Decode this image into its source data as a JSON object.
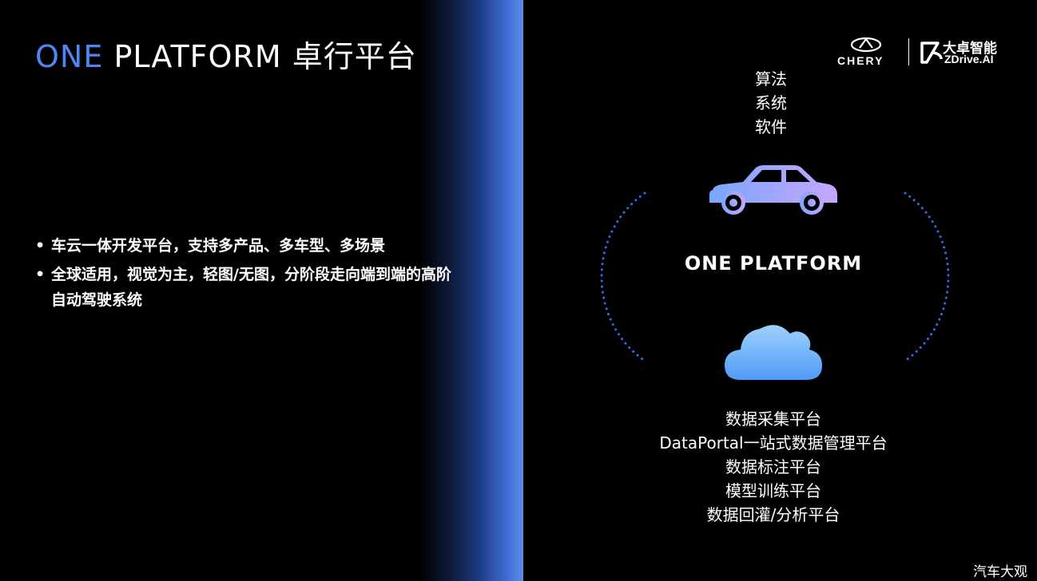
{
  "header": {
    "title_one": "ONE",
    "title_rest": "PLATFORM 卓行平台"
  },
  "logo": {
    "chery_text": "CHERY",
    "zdrive_cn": "大卓智能",
    "zdrive_en": "ZDrive.AI"
  },
  "bullets": [
    "车云一体开发平台，支持多产品、多车型、多场景",
    "全球适用，视觉为主，轻图/无图，分阶段走向端到端的高阶自动驾驶系统"
  ],
  "diagram": {
    "top_items": [
      "算法",
      "系统",
      "软件"
    ],
    "center_label": "ONE PLATFORM",
    "bottom_items": [
      "数据采集平台",
      "DataPortal一站式数据管理平台",
      "数据标注平台",
      "模型训练平台",
      "数据回灌/分析平台"
    ]
  },
  "watermark": "汽车大观",
  "colors": {
    "accent_blue": "#4f86f0",
    "car_gradient_start": "#7aa6ff",
    "car_gradient_end": "#c7a6ff",
    "cloud_gradient_start": "#9fd0ff",
    "cloud_gradient_end": "#4e9cf5",
    "dots": "#2f6cf0"
  }
}
